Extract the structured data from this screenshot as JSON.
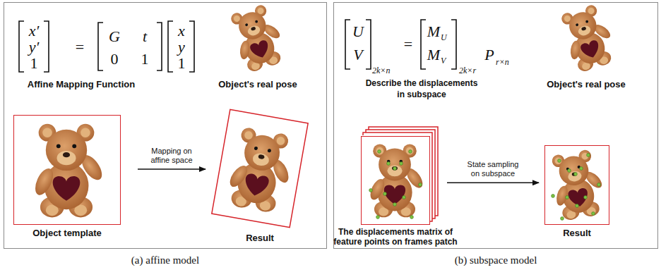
{
  "diagram": {
    "nodes": [
      {
        "text": [
          "(a) affine model"
        ]
      },
      {
        "text": [
          "Object template"
        ],
        "in": 0
      },
      {
        "text": [
          "Result"
        ],
        "in": 0
      },
      {
        "text": [
          "(b) subspace model"
        ]
      },
      {
        "text": [
          "The displacements matrix of feature points on frames patch"
        ],
        "in": 3
      },
      {
        "text": [
          "Result"
        ],
        "in": 3
      }
    ],
    "edges": [
      {
        "from": 1,
        "to": 2,
        "arrow": "to",
        "label": "Mapping on affine space"
      },
      {
        "from": 4,
        "to": 5,
        "arrow": "to",
        "label": "State sampling on subspace"
      }
    ],
    "labels": [
      "x′",
      "y′",
      "1",
      "=",
      "G",
      "t",
      "0",
      "1",
      "x",
      "y",
      "1",
      "Affine Mapping Function",
      "Object's real pose",
      "U",
      "V",
      "2k×n",
      "=",
      "M",
      "U",
      "M",
      "V",
      "2k×r",
      "P",
      "r×n",
      "Describe the displacements in subspace",
      "Object's real pose"
    ]
  }
}
